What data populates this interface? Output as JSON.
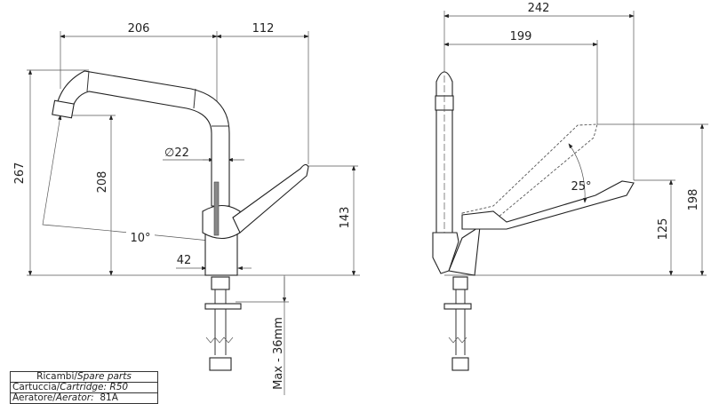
{
  "left_view": {
    "dims": {
      "d206": "206",
      "d112": "112",
      "d267": "267",
      "d208": "208",
      "d22": "∅22",
      "d143": "143",
      "d10": "10°",
      "d42": "42",
      "max": "Max - 36mm"
    }
  },
  "right_view": {
    "dims": {
      "d242": "242",
      "d199": "199",
      "d25": "25°",
      "d125": "125",
      "d198": "198"
    }
  },
  "spare_parts": {
    "title_it": "Ricambi/",
    "title_en": "Spare parts",
    "cartridge_it": "Cartuccia/",
    "cartridge_en": "Cartridge:",
    "cartridge_val": "R50",
    "aerator_it": "Aeratore/",
    "aerator_en": "Aerator:",
    "aerator_val": "81A"
  }
}
